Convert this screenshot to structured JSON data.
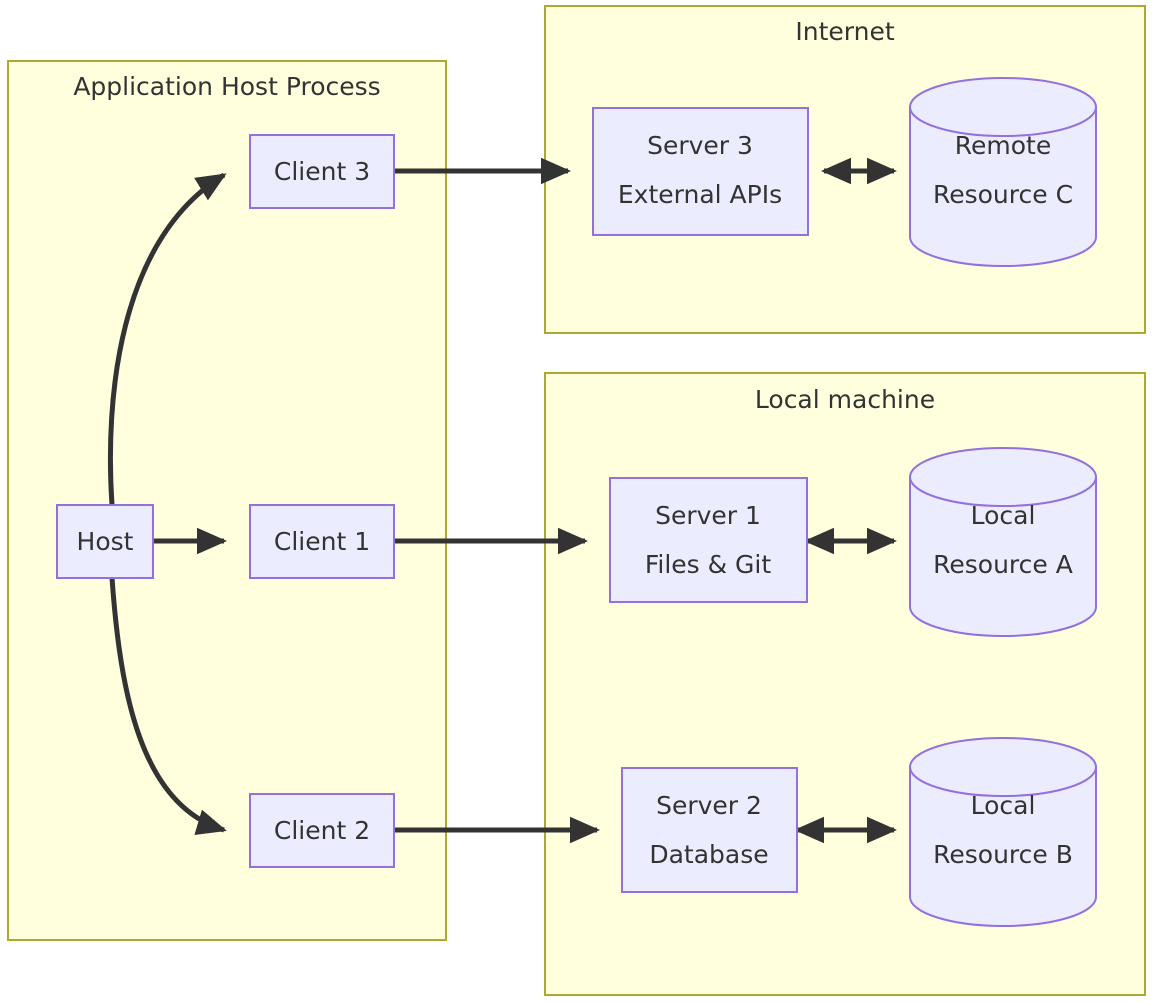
{
  "diagram": {
    "type": "flowchart",
    "title": "",
    "colors": {
      "cluster_fill": "#ffffde",
      "cluster_stroke": "#aaaa33",
      "node_fill": "#ececff",
      "node_stroke": "#9370db",
      "edge_stroke": "#333333",
      "text": "#333333",
      "background": "#ffffff"
    },
    "clusters": [
      {
        "id": "app_host",
        "label": "Application Host Process"
      },
      {
        "id": "internet",
        "label": "Internet"
      },
      {
        "id": "local_machine",
        "label": "Local machine"
      }
    ],
    "nodes": [
      {
        "id": "host",
        "shape": "rect",
        "cluster": "app_host",
        "lines": [
          "Host"
        ]
      },
      {
        "id": "client1",
        "shape": "rect",
        "cluster": "app_host",
        "lines": [
          "Client 1"
        ]
      },
      {
        "id": "client2",
        "shape": "rect",
        "cluster": "app_host",
        "lines": [
          "Client 2"
        ]
      },
      {
        "id": "client3",
        "shape": "rect",
        "cluster": "app_host",
        "lines": [
          "Client 3"
        ]
      },
      {
        "id": "server1",
        "shape": "rect",
        "cluster": "local_machine",
        "lines": [
          "Server 1",
          "Files & Git"
        ]
      },
      {
        "id": "server2",
        "shape": "rect",
        "cluster": "local_machine",
        "lines": [
          "Server 2",
          "Database"
        ]
      },
      {
        "id": "server3",
        "shape": "rect",
        "cluster": "internet",
        "lines": [
          "Server 3",
          "External APIs"
        ]
      },
      {
        "id": "resourceA",
        "shape": "cylinder",
        "cluster": "local_machine",
        "lines": [
          "Local",
          "Resource A"
        ]
      },
      {
        "id": "resourceB",
        "shape": "cylinder",
        "cluster": "local_machine",
        "lines": [
          "Local",
          "Resource B"
        ]
      },
      {
        "id": "resourceC",
        "shape": "cylinder",
        "cluster": "internet",
        "lines": [
          "Remote",
          "Resource C"
        ]
      }
    ],
    "edges": [
      {
        "from": "host",
        "to": "client3",
        "arrow": "single"
      },
      {
        "from": "host",
        "to": "client1",
        "arrow": "single"
      },
      {
        "from": "host",
        "to": "client2",
        "arrow": "single"
      },
      {
        "from": "client3",
        "to": "server3",
        "arrow": "single"
      },
      {
        "from": "client1",
        "to": "server1",
        "arrow": "single"
      },
      {
        "from": "client2",
        "to": "server2",
        "arrow": "single"
      },
      {
        "from": "server3",
        "to": "resourceC",
        "arrow": "double"
      },
      {
        "from": "server1",
        "to": "resourceA",
        "arrow": "double"
      },
      {
        "from": "server2",
        "to": "resourceB",
        "arrow": "double"
      }
    ]
  }
}
